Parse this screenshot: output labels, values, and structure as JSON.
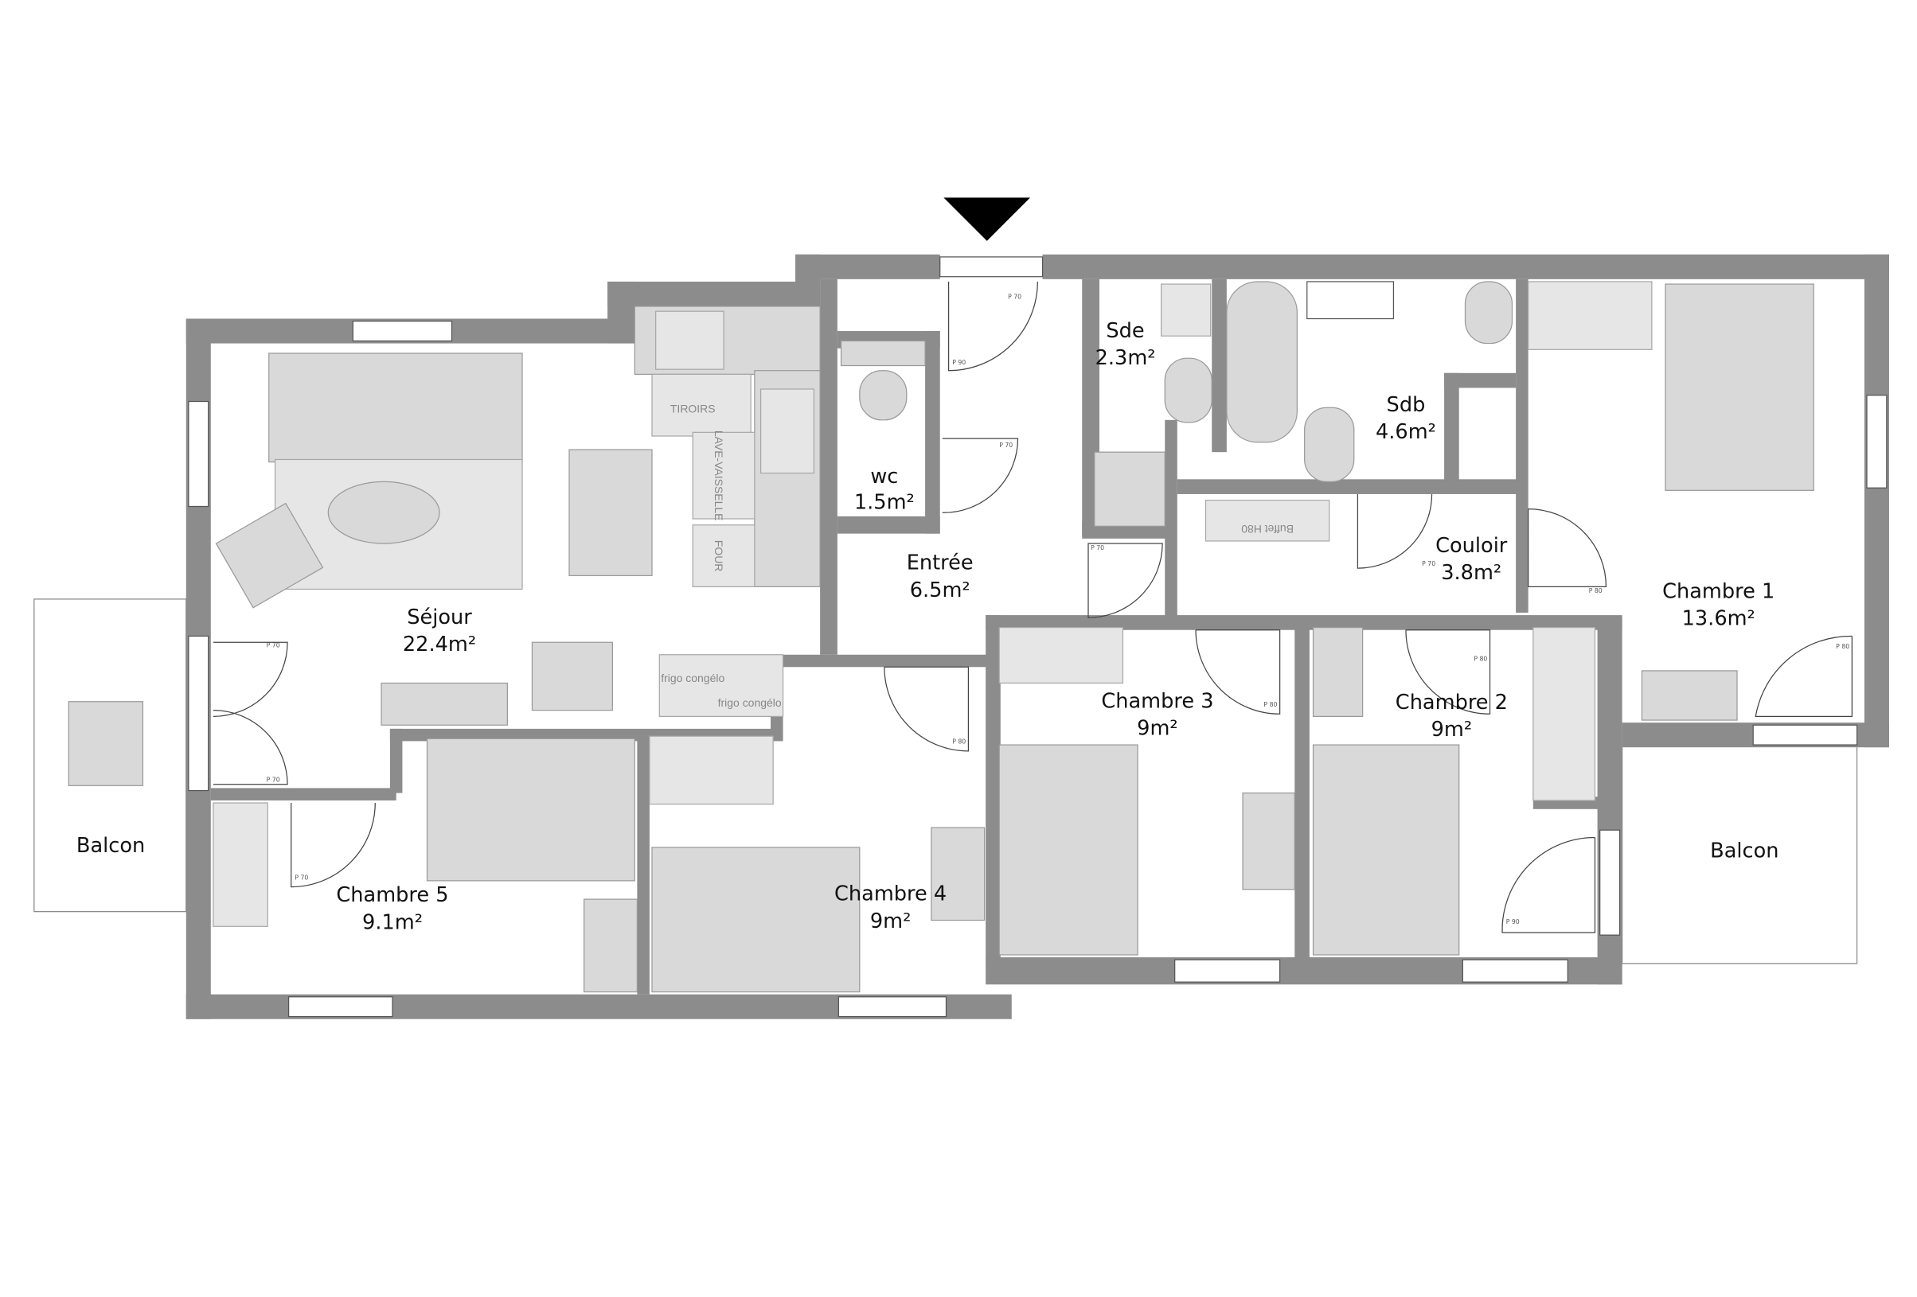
{
  "rooms": {
    "sejour": {
      "name": "Séjour",
      "area": "22.4m²"
    },
    "wc": {
      "name": "wc",
      "area": "1.5m²"
    },
    "entree": {
      "name": "Entrée",
      "area": "6.5m²"
    },
    "sde": {
      "name": "Sde",
      "area": "2.3m²"
    },
    "sdb": {
      "name": "Sdb",
      "area": "4.6m²"
    },
    "couloir": {
      "name": "Couloir",
      "area": "3.8m²"
    },
    "chambre1": {
      "name": "Chambre 1",
      "area": "13.6m²"
    },
    "chambre2": {
      "name": "Chambre 2",
      "area": "9m²"
    },
    "chambre3": {
      "name": "Chambre 3",
      "area": "9m²"
    },
    "chambre4": {
      "name": "Chambre 4",
      "area": "9m²"
    },
    "chambre5": {
      "name": "Chambre 5",
      "area": "9.1m²"
    },
    "balcon_left": {
      "name": "Balcon"
    },
    "balcon_right": {
      "name": "Balcon"
    }
  },
  "furniture_labels": {
    "tiroirs": "TIROIRS",
    "lave_vaisselle": "LAVE-VAISSELLE",
    "four": "FOUR",
    "frigo1": "frigo congélo",
    "frigo2": "frigo congélo",
    "buffet": "Buffet H80"
  },
  "door_labels": {
    "entry": "P 90",
    "sde_top": "P 70",
    "wc": "P 70",
    "sde": "P 70",
    "sdb": "P 70",
    "couloir": "P 80",
    "sejour_balcon_top": "P 70",
    "sejour_balcon_bottom": "P 70",
    "chambre5": "P 70",
    "chambre4": "P 80",
    "chambre3": "P 80",
    "chambre2": "P 80",
    "chambre1": "P 80",
    "chambre2_balcon": "P 90"
  },
  "colors": {
    "wall": "#8c8c8c",
    "furniture": "#d9d9d9",
    "entry_marker": "#000000"
  },
  "entry_marker_icon": "triangle-down"
}
